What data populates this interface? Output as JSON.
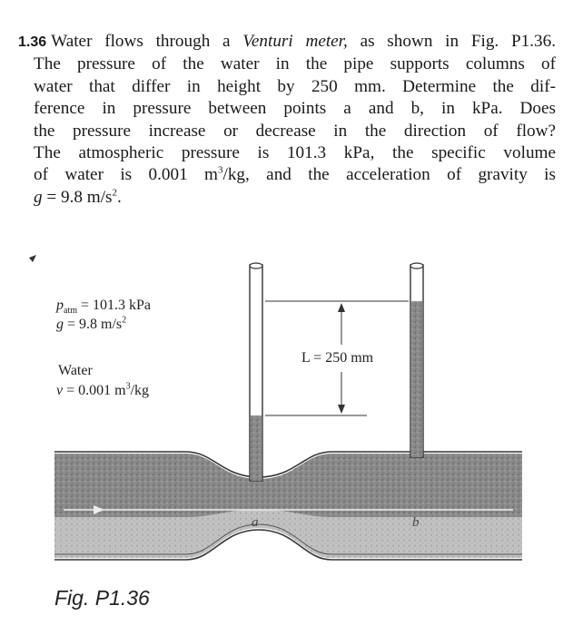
{
  "problem": {
    "number": "1.36",
    "lines": {
      "l1": "Water flows through a ",
      "l1_it": "Venturi meter,",
      "l1_end": " as shown in Fig. P1.36.",
      "l2": "The pressure of the water in the pipe supports columns of",
      "l3": "water that differ in height by 250 mm. Determine the dif-",
      "l4": "ference in pressure between points a and b, in kPa. Does",
      "l5": "the pressure increase or decrease in the direction of flow?",
      "l6": "The atmospheric pressure is 101.3 kPa, the specific volume",
      "l7a": "of water is 0.001 m",
      "l7sup": "3",
      "l7b": "/kg, and the acceleration of gravity is",
      "l8it": "g",
      "l8a": " = 9.8 m/s",
      "l8sup": "2",
      "l8b": "."
    }
  },
  "figure": {
    "patm_symbol": "p",
    "patm_sub": "atm",
    "patm_value": " = 101.3 kPa",
    "g_symbol": "g",
    "g_value": " = 9.8 m/s",
    "g_sup": "2",
    "water_label": "Water",
    "v_symbol": "v",
    "v_value": " = 0.001 m",
    "v_sup": "3",
    "v_unit": "/kg",
    "L_label": "L = 250 mm",
    "point_a": "a",
    "point_b": "b"
  },
  "caption": "Fig. P1.36",
  "colors": {
    "water": "#7a7a7a",
    "pipe_edge": "#333333",
    "text": "#1a1a1a"
  }
}
